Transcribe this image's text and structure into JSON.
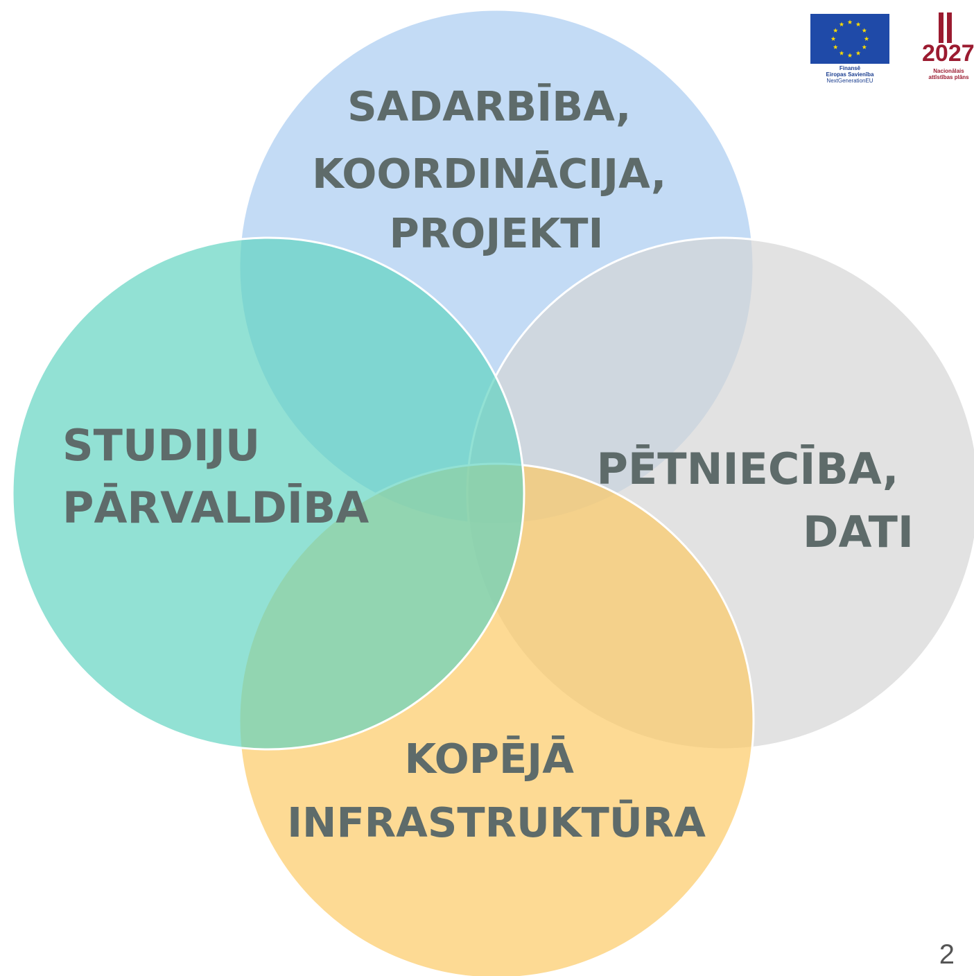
{
  "diagram": {
    "type": "venn",
    "sets": [
      {
        "id": "top",
        "lines": [
          "SADARBĪBA,",
          "KOORDINĀCIJA,",
          "PROJEKTI"
        ],
        "color": "#a6caf0"
      },
      {
        "id": "right",
        "lines": [
          "PĒTNIECĪBA,",
          "DATI"
        ],
        "color": "#d4d4d4"
      },
      {
        "id": "bottom",
        "lines": [
          "KOPĒJĀ",
          "INFRASTRUKTŪRA"
        ],
        "color": "#fcc961"
      },
      {
        "id": "left",
        "lines": [
          "STUDIJU",
          "PĀRVALDĪBA"
        ],
        "color": "#5fd3bf"
      }
    ],
    "text_color": "#5e6b6a"
  },
  "logos": {
    "eu": {
      "line1": "Finansē",
      "line2": "Eiropas Savienība",
      "line3": "NextGenerationEU",
      "flag_color": "#1f4aa8",
      "star_color": "#ffdd00"
    },
    "national_plan": {
      "year": "2027",
      "sub1": "Nacionālais",
      "sub2": "attīstības plāns",
      "color": "#9b1b30"
    }
  },
  "page_number": "2"
}
